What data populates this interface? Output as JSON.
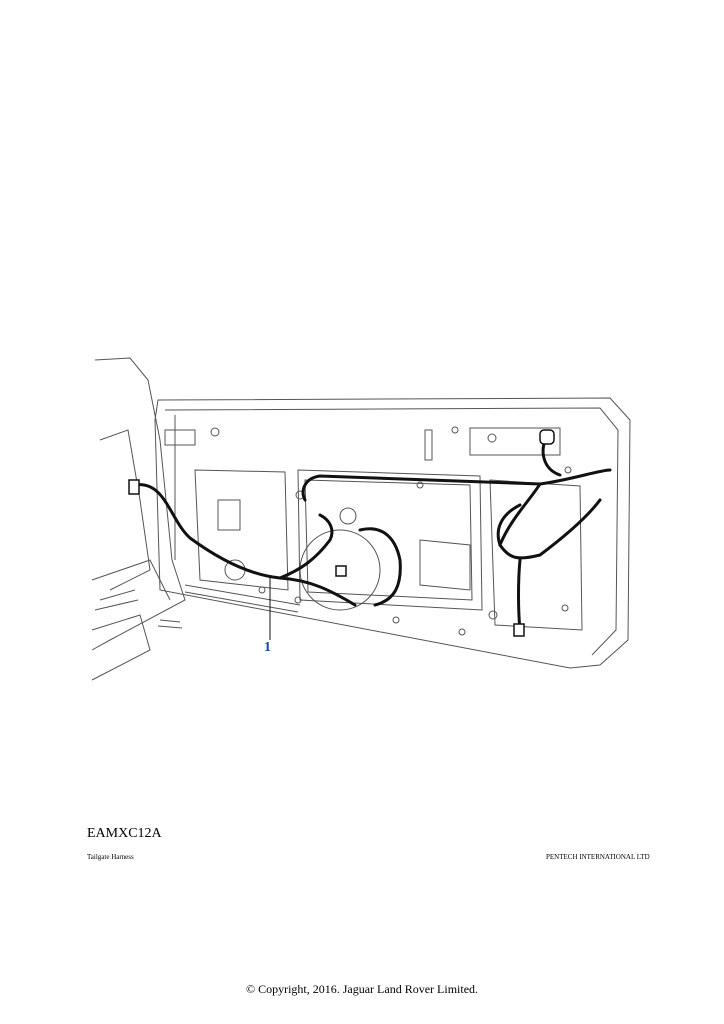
{
  "figure": {
    "callout": "1",
    "reference_code": "EAMXC12A",
    "caption_left": "Tailgate Harness",
    "caption_right": "PENTECH INTERNATIONAL LTD"
  },
  "footer": {
    "copyright": "© Copyright, 2016. Jaguar Land Rover Limited."
  },
  "colors": {
    "line": "#555555",
    "harness": "#111111",
    "callout": "#1a3fb0"
  },
  "icons": {
    "illustration": "door-wiring-harness-line-drawing"
  }
}
